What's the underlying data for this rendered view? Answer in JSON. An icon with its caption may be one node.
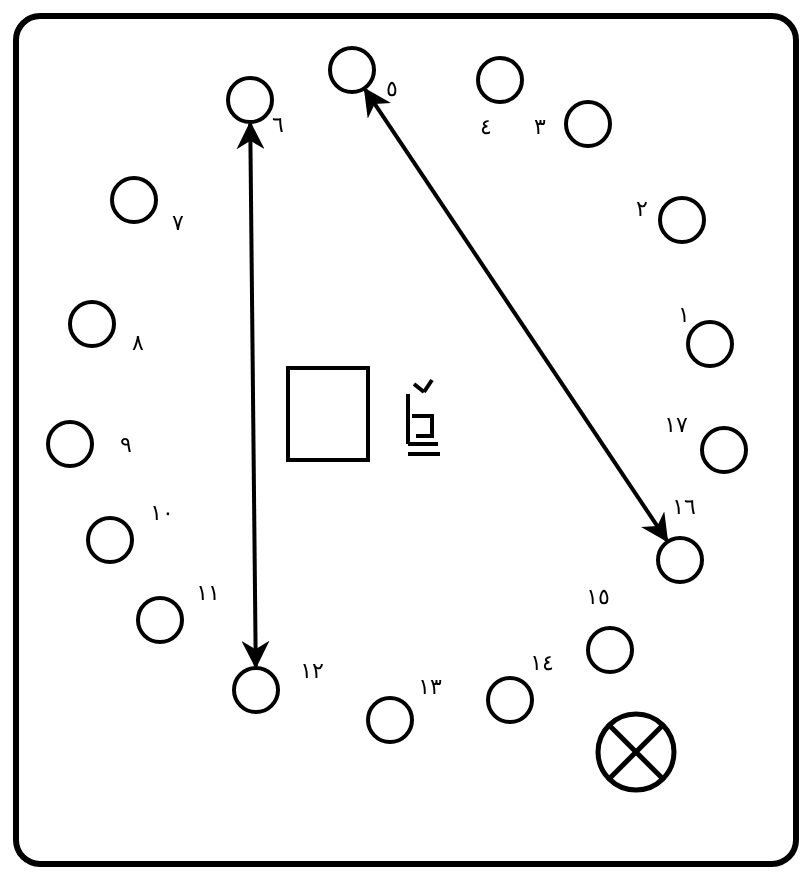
{
  "diagram": {
    "nodes": [
      {
        "text": [],
        "shape": "circle",
        "beside": [
          "١"
        ]
      },
      {
        "text": [],
        "shape": "circle",
        "beside": [
          "٢"
        ]
      },
      {
        "text": [],
        "shape": "circle",
        "beside": [
          "٣"
        ]
      },
      {
        "text": [],
        "shape": "circle",
        "beside": [
          "٤"
        ]
      },
      {
        "text": [],
        "shape": "circle",
        "beside": [
          "٥"
        ]
      },
      {
        "text": [],
        "shape": "circle",
        "beside": [
          "٦"
        ]
      },
      {
        "text": [],
        "shape": "circle",
        "beside": [
          "٧"
        ]
      },
      {
        "text": [],
        "shape": "circle",
        "beside": [
          "٨"
        ]
      },
      {
        "text": [],
        "shape": "circle",
        "beside": [
          "٩"
        ]
      },
      {
        "text": [],
        "shape": "circle",
        "beside": [
          "١٠"
        ]
      },
      {
        "text": [],
        "shape": "circle",
        "beside": [
          "١١"
        ]
      },
      {
        "text": [],
        "shape": "circle",
        "beside": [
          "١٢"
        ]
      },
      {
        "text": [],
        "shape": "circle",
        "beside": [
          "١٣"
        ]
      },
      {
        "text": [],
        "shape": "circle",
        "beside": [
          "١٤"
        ]
      },
      {
        "text": [],
        "shape": "circle",
        "beside": [
          "١٥"
        ]
      },
      {
        "text": [],
        "shape": "circle",
        "beside": [
          "١٦"
        ]
      },
      {
        "text": [],
        "shape": "circle",
        "beside": [
          "١٧"
        ]
      }
    ],
    "edges": [
      {
        "from": 4,
        "to": 15,
        "arrow": "both"
      },
      {
        "from": 5,
        "to": 11,
        "arrow": "both"
      }
    ]
  }
}
